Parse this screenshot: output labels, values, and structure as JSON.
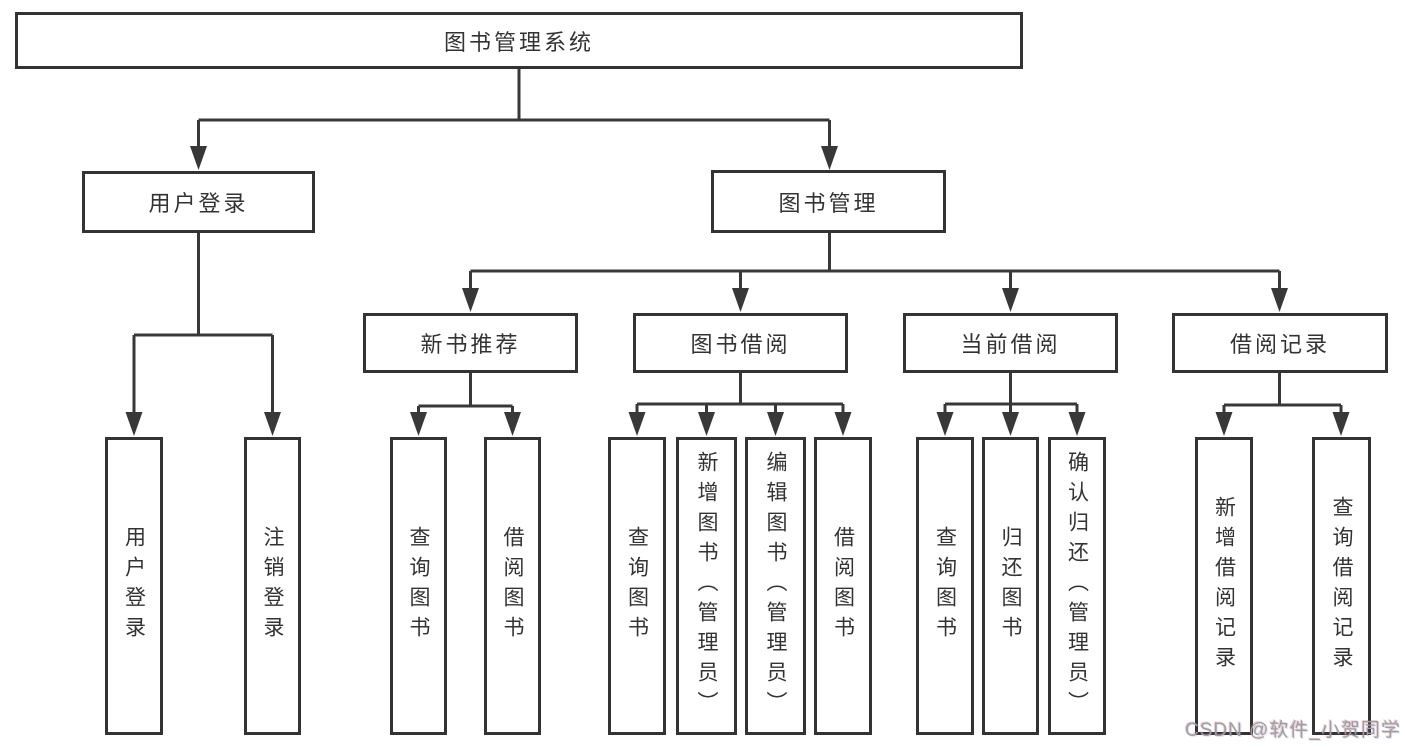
{
  "tree": {
    "label": "图书管理系统",
    "children": [
      {
        "label": "用户登录",
        "children": [
          {
            "label": "用户登录"
          },
          {
            "label": "注销登录"
          }
        ]
      },
      {
        "label": "图书管理",
        "children": [
          {
            "label": "新书推荐",
            "children": [
              {
                "label": "查询图书"
              },
              {
                "label": "借阅图书"
              }
            ]
          },
          {
            "label": "图书借阅",
            "children": [
              {
                "label": "查询图书"
              },
              {
                "label": "新增图书（管理员）"
              },
              {
                "label": "编辑图书（管理员）"
              },
              {
                "label": "借阅图书"
              }
            ]
          },
          {
            "label": "当前借阅",
            "children": [
              {
                "label": "查询图书"
              },
              {
                "label": "归还图书"
              },
              {
                "label": "确认归还（管理员）"
              }
            ]
          },
          {
            "label": "借阅记录",
            "children": [
              {
                "label": "新增借阅记录"
              },
              {
                "label": "查询借阅记录"
              }
            ]
          }
        ]
      }
    ]
  },
  "watermark": {
    "text": "CSDN @软件_小贺同学"
  },
  "colors": {
    "line": "#383838",
    "box_border": "#333333",
    "text": "#333333",
    "watermark": "#9e9ea2",
    "background": "#ffffff"
  }
}
